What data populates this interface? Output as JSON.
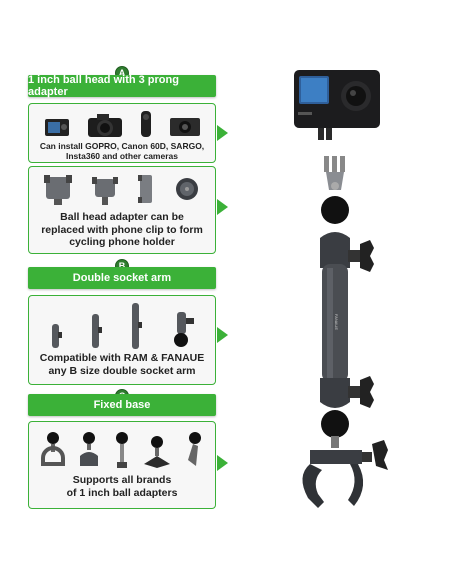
{
  "sections": [
    {
      "marker": "A",
      "banner": "1 inch ball head with 3 prong adapter",
      "cameras_text_line1": "Can install GOPRO, Canon 60D, SARGO,",
      "cameras_text_line2": "Insta360 and other cameras",
      "phone_text_line1": "Ball head adapter can be",
      "phone_text_line2": "replaced with phone clip to form",
      "phone_text_line3": "cycling phone holder"
    },
    {
      "marker": "B",
      "banner": "Double socket arm",
      "text_line1": "Compatible with RAM & FANAUE",
      "text_line2": "any B size double socket arm"
    },
    {
      "marker": "C",
      "banner": "Fixed base",
      "text_line1": "Supports all brands",
      "text_line2": "of 1 inch ball adapters"
    }
  ],
  "arm_label": "FANAUE",
  "colors": {
    "accent": "#3bb138",
    "marker": "#2f7d2f",
    "metal": "#4a4d52"
  }
}
